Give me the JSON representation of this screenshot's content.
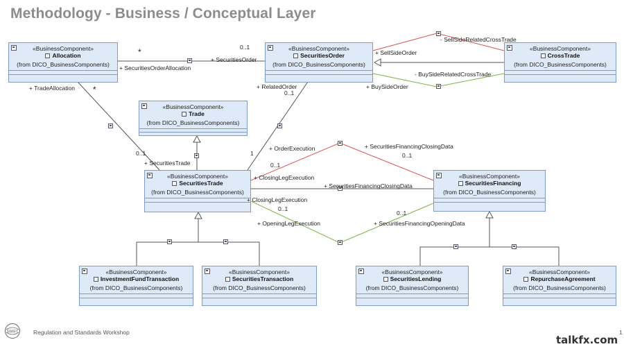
{
  "page": {
    "title": "Methodology - Business / Conceptual Layer",
    "footer": "Regulation and Standards Workshop",
    "page_number": "1",
    "watermark": "talkfx.com",
    "logo_text": "SWIFT"
  },
  "classes": {
    "allocation": {
      "stereotype": "«BusinessComponent»",
      "name": "Allocation",
      "from": "(from DICO_BusinessComponents)"
    },
    "securities_order": {
      "stereotype": "«BusinessComponent»",
      "name": "SecuritiesOrder",
      "from": "(from DICO_BusinessComponents)"
    },
    "cross_trade": {
      "stereotype": "«BusinessComponent»",
      "name": "CrossTrade",
      "from": "(from DICO_BusinessComponents)"
    },
    "trade": {
      "stereotype": "«BusinessComponent»",
      "name": "Trade",
      "from": "(from DICO_BusinessComponents)"
    },
    "securities_trade": {
      "stereotype": "«BusinessComponent»",
      "name": "SecuritiesTrade",
      "from": "(from DICO_BusinessComponents)"
    },
    "securities_financing": {
      "stereotype": "«BusinessComponent»",
      "name": "SecuritiesFinancing",
      "from": "(from DICO_BusinessComponents)"
    },
    "investment_fund_transaction": {
      "stereotype": "«BusinessComponent»",
      "name": "InvestmentFundTransaction",
      "from": "(from DICO_BusinessComponents)"
    },
    "securities_transaction": {
      "stereotype": "«BusinessComponent»",
      "name": "SecuritiesTransaction",
      "from": "(from DICO_BusinessComponents)"
    },
    "securities_lending": {
      "stereotype": "«BusinessComponent»",
      "name": "SecuritiesLending",
      "from": "(from DICO_BusinessComponents)"
    },
    "repurchase_agreement": {
      "stereotype": "«BusinessComponent»",
      "name": "RepurchaseAgreement",
      "from": "(from DICO_BusinessComponents)"
    }
  },
  "labels": {
    "star1": "*",
    "star2": "*",
    "zero_one_top": "0..1",
    "securities_order": "+ SecuritiesOrder",
    "securities_order_allocation": "+ SecuritiesOrderAllocation",
    "trade_allocation": "+ TradeAllocation",
    "sell_side_related": "- SellSideRelatedCrossTrade",
    "sell_side_order": "+ SellSideOrder",
    "buy_side_related": "- BuySideRelatedCrossTrade",
    "buy_side_order": "+ BuySideOrder",
    "related_order": "+ RelatedOrder",
    "zero_one_related": "0..1",
    "order_execution": "+ OrderExecution",
    "one": "1",
    "zero_one_alloc": "0..1",
    "securities_trade_role": "+ SecuritiesTrade",
    "sfcd_top": "+ SecuritiesFinancingClosingData",
    "zero_one_sfcd": "0..1",
    "zero_one_closing": "0..1",
    "closing_leg_exec1": "+ ClosingLegExecution",
    "sfcd_mid": "+ SecuritiesFinancingClosingData",
    "closing_leg_exec2": "+ ClosingLegExecution",
    "zero_one_closing2": "0..1",
    "zero_one_opening": "0..1",
    "opening_leg_exec": "+ OpeningLegExecution",
    "sfod": "+ SecuritiesFinancingOpeningData"
  },
  "colors": {
    "class_fill": "#dfeaf8",
    "class_border": "#7d9bc4",
    "line": "#555555",
    "red_line": "#d9534f",
    "green_line": "#7cb342",
    "title": "#8c8c8c"
  }
}
